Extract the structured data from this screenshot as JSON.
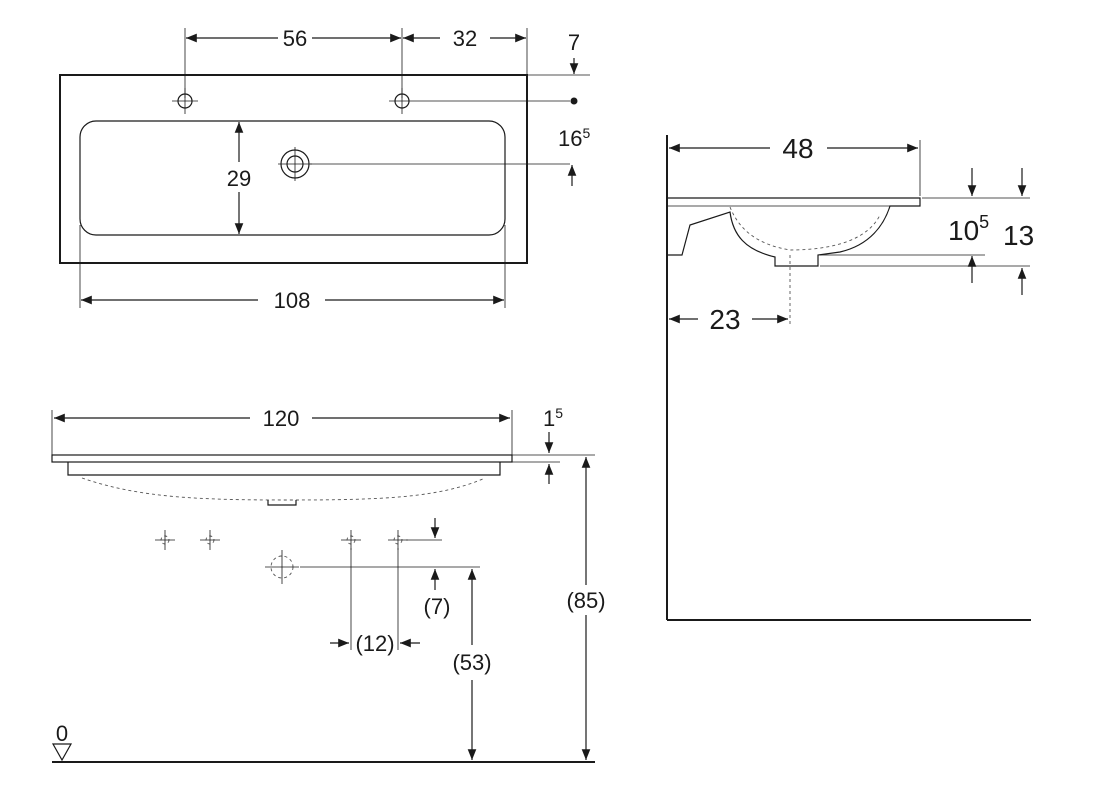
{
  "top_view": {
    "dim_tap_spacing": "56",
    "dim_tap_edge": "32",
    "dim_tap_from_back": "7",
    "dim_drain_from_back": "16",
    "dim_drain_from_back_sup": "5",
    "dim_basin_depth": "29",
    "dim_basin_width": "108"
  },
  "side_view": {
    "dim_depth": "48",
    "dim_drain_from_wall": "23",
    "dim_bowl_height": "10",
    "dim_bowl_height_sup": "5",
    "dim_total_height": "13"
  },
  "front_view": {
    "dim_width": "120",
    "dim_rim": "1",
    "dim_rim_sup": "5",
    "dim_mount_spacing": "(12)",
    "dim_mount_offset": "(7)",
    "dim_outlet_height": "(53)",
    "dim_top_height": "(85)",
    "floor_label": "0"
  }
}
